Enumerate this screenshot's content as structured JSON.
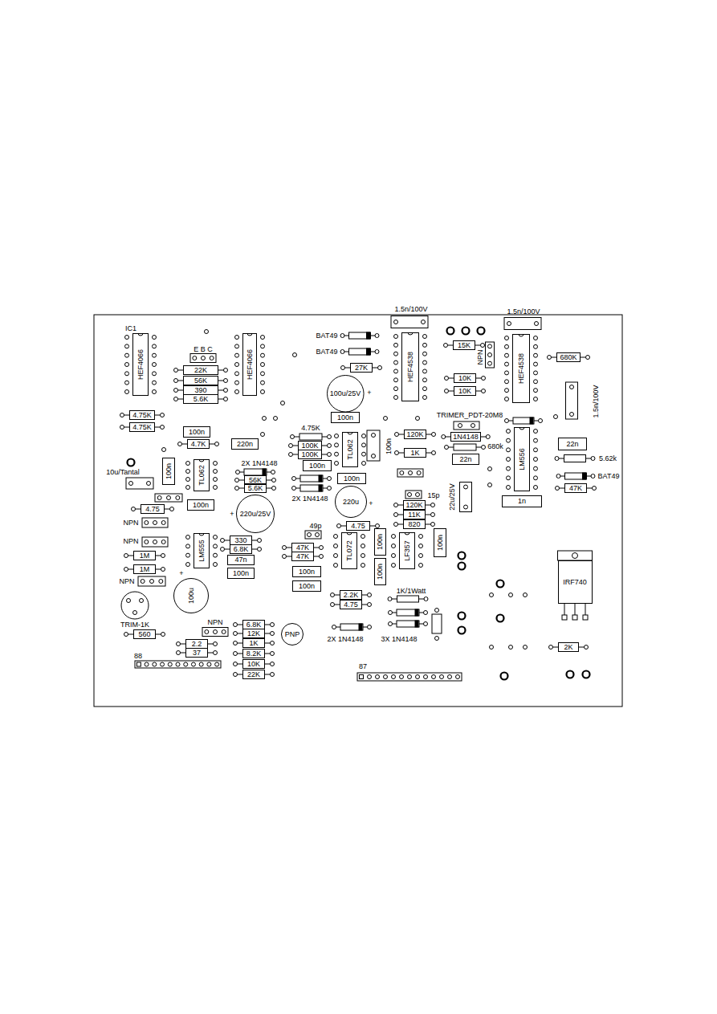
{
  "diagram": {
    "nodes": [
      {
        "text": [
          "HEF4066"
        ]
      },
      {
        "text": [
          "22K"
        ]
      },
      {
        "text": [
          "56K"
        ]
      },
      {
        "text": [
          "390"
        ]
      },
      {
        "text": [
          "5.6K"
        ]
      },
      {
        "text": [
          "HEF4066"
        ]
      },
      {
        "text": [
          "4.75K"
        ]
      },
      {
        "text": [
          "4.75K"
        ]
      },
      {
        "text": [
          "100n"
        ]
      },
      {
        "text": [
          "4.7K"
        ]
      },
      {
        "text": [
          "220n"
        ]
      },
      {
        "text": [
          "100n"
        ]
      },
      {
        "text": [
          "TL062"
        ]
      },
      {
        "text": [
          "4.75"
        ]
      },
      {
        "text": [
          "100n"
        ]
      },
      {
        "text": [
          "1M"
        ]
      },
      {
        "text": [
          "1M"
        ]
      },
      {
        "text": [
          "LM555"
        ]
      },
      {
        "text": [
          "100u"
        ]
      },
      {
        "text": [
          "560"
        ]
      },
      {
        "text": [
          "2.2"
        ]
      },
      {
        "text": [
          "37"
        ]
      },
      {
        "text": [
          "56K"
        ]
      },
      {
        "text": [
          "5.6K"
        ]
      },
      {
        "text": [
          "220u/25V"
        ]
      },
      {
        "text": [
          "330"
        ]
      },
      {
        "text": [
          "6.8K"
        ]
      },
      {
        "text": [
          "47n"
        ]
      },
      {
        "text": [
          "100n"
        ]
      },
      {
        "text": [
          "6.8K"
        ]
      },
      {
        "text": [
          "12K"
        ]
      },
      {
        "text": [
          "1K"
        ]
      },
      {
        "text": [
          "8.2K"
        ]
      },
      {
        "text": [
          "10K"
        ]
      },
      {
        "text": [
          "22K"
        ]
      },
      {
        "text": [
          "PNP"
        ]
      },
      {
        "text": [
          "27K"
        ]
      },
      {
        "text": [
          "100u/25V"
        ]
      },
      {
        "text": [
          "100n"
        ]
      },
      {
        "text": [
          "100K"
        ]
      },
      {
        "text": [
          "100K"
        ]
      },
      {
        "text": [
          "100n"
        ]
      },
      {
        "text": [
          "TL062"
        ]
      },
      {
        "text": [
          "120K"
        ]
      },
      {
        "text": [
          "1K"
        ]
      },
      {
        "text": [
          "100n"
        ]
      },
      {
        "text": [
          "220u"
        ]
      },
      {
        "text": [
          "4.75"
        ]
      },
      {
        "text": [
          "47K"
        ]
      },
      {
        "text": [
          "47K"
        ]
      },
      {
        "text": [
          "100n"
        ]
      },
      {
        "text": [
          "100n"
        ]
      },
      {
        "text": [
          "TL072"
        ]
      },
      {
        "text": [
          "100n"
        ]
      },
      {
        "text": [
          "100n"
        ]
      },
      {
        "text": [
          "LF357"
        ]
      },
      {
        "text": [
          "120K"
        ]
      },
      {
        "text": [
          "11K"
        ]
      },
      {
        "text": [
          "820"
        ]
      },
      {
        "text": [
          "100n"
        ]
      },
      {
        "text": [
          "2.2K"
        ]
      },
      {
        "text": [
          "4.75"
        ]
      },
      {
        "text": [
          "HEF4538"
        ]
      },
      {
        "text": [
          "15K"
        ]
      },
      {
        "text": [
          "10K"
        ]
      },
      {
        "text": [
          "10K"
        ]
      },
      {
        "text": [
          "HEF4538"
        ]
      },
      {
        "text": [
          "680K"
        ]
      },
      {
        "text": [
          "1N4148"
        ]
      },
      {
        "text": [
          "22n"
        ]
      },
      {
        "text": [
          "LM556"
        ]
      },
      {
        "text": [
          "1n"
        ]
      },
      {
        "text": [
          "22n"
        ]
      },
      {
        "text": [
          "47K"
        ]
      },
      {
        "text": [
          "IRF740"
        ]
      },
      {
        "text": [
          "2K"
        ]
      }
    ],
    "labels": [
      "IC1",
      "E B C",
      "BAT49",
      "BAT49",
      "1.5n/100V",
      "1.5n/100V",
      "NPN",
      "1.5n/100V",
      "+",
      "4.75K",
      "TRIMER_PDT-20M8",
      "10u/Tantal",
      "2X 1N4148",
      "100n",
      "680k",
      "+",
      "2X 1N4148",
      "+",
      "15p",
      "22u/25V",
      "5.62k",
      "BAT49",
      "NPN",
      "NPN",
      "49p",
      "NPN",
      "+",
      "1K/1Watt",
      "TRIM-1K",
      "NPN",
      "2X 1N4148",
      "3X 1N4148",
      "88",
      "87"
    ]
  }
}
